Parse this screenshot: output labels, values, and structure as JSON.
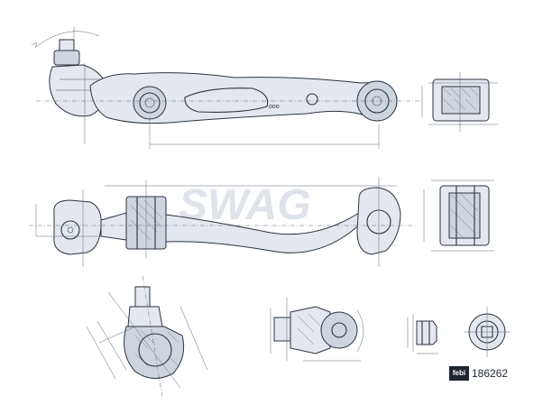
{
  "watermark": {
    "text": "SWAG"
  },
  "badge": {
    "logo_text": "febi",
    "part_number": "186262"
  },
  "colors": {
    "line": "#2b3440",
    "fill_light": "#e4e8ee",
    "fill_mid": "#cfd5de",
    "watermark": "#dfe3ea"
  },
  "views": [
    {
      "name": "top-view"
    },
    {
      "name": "side-view"
    },
    {
      "name": "ball-joint-section"
    },
    {
      "name": "bushing-details"
    }
  ]
}
